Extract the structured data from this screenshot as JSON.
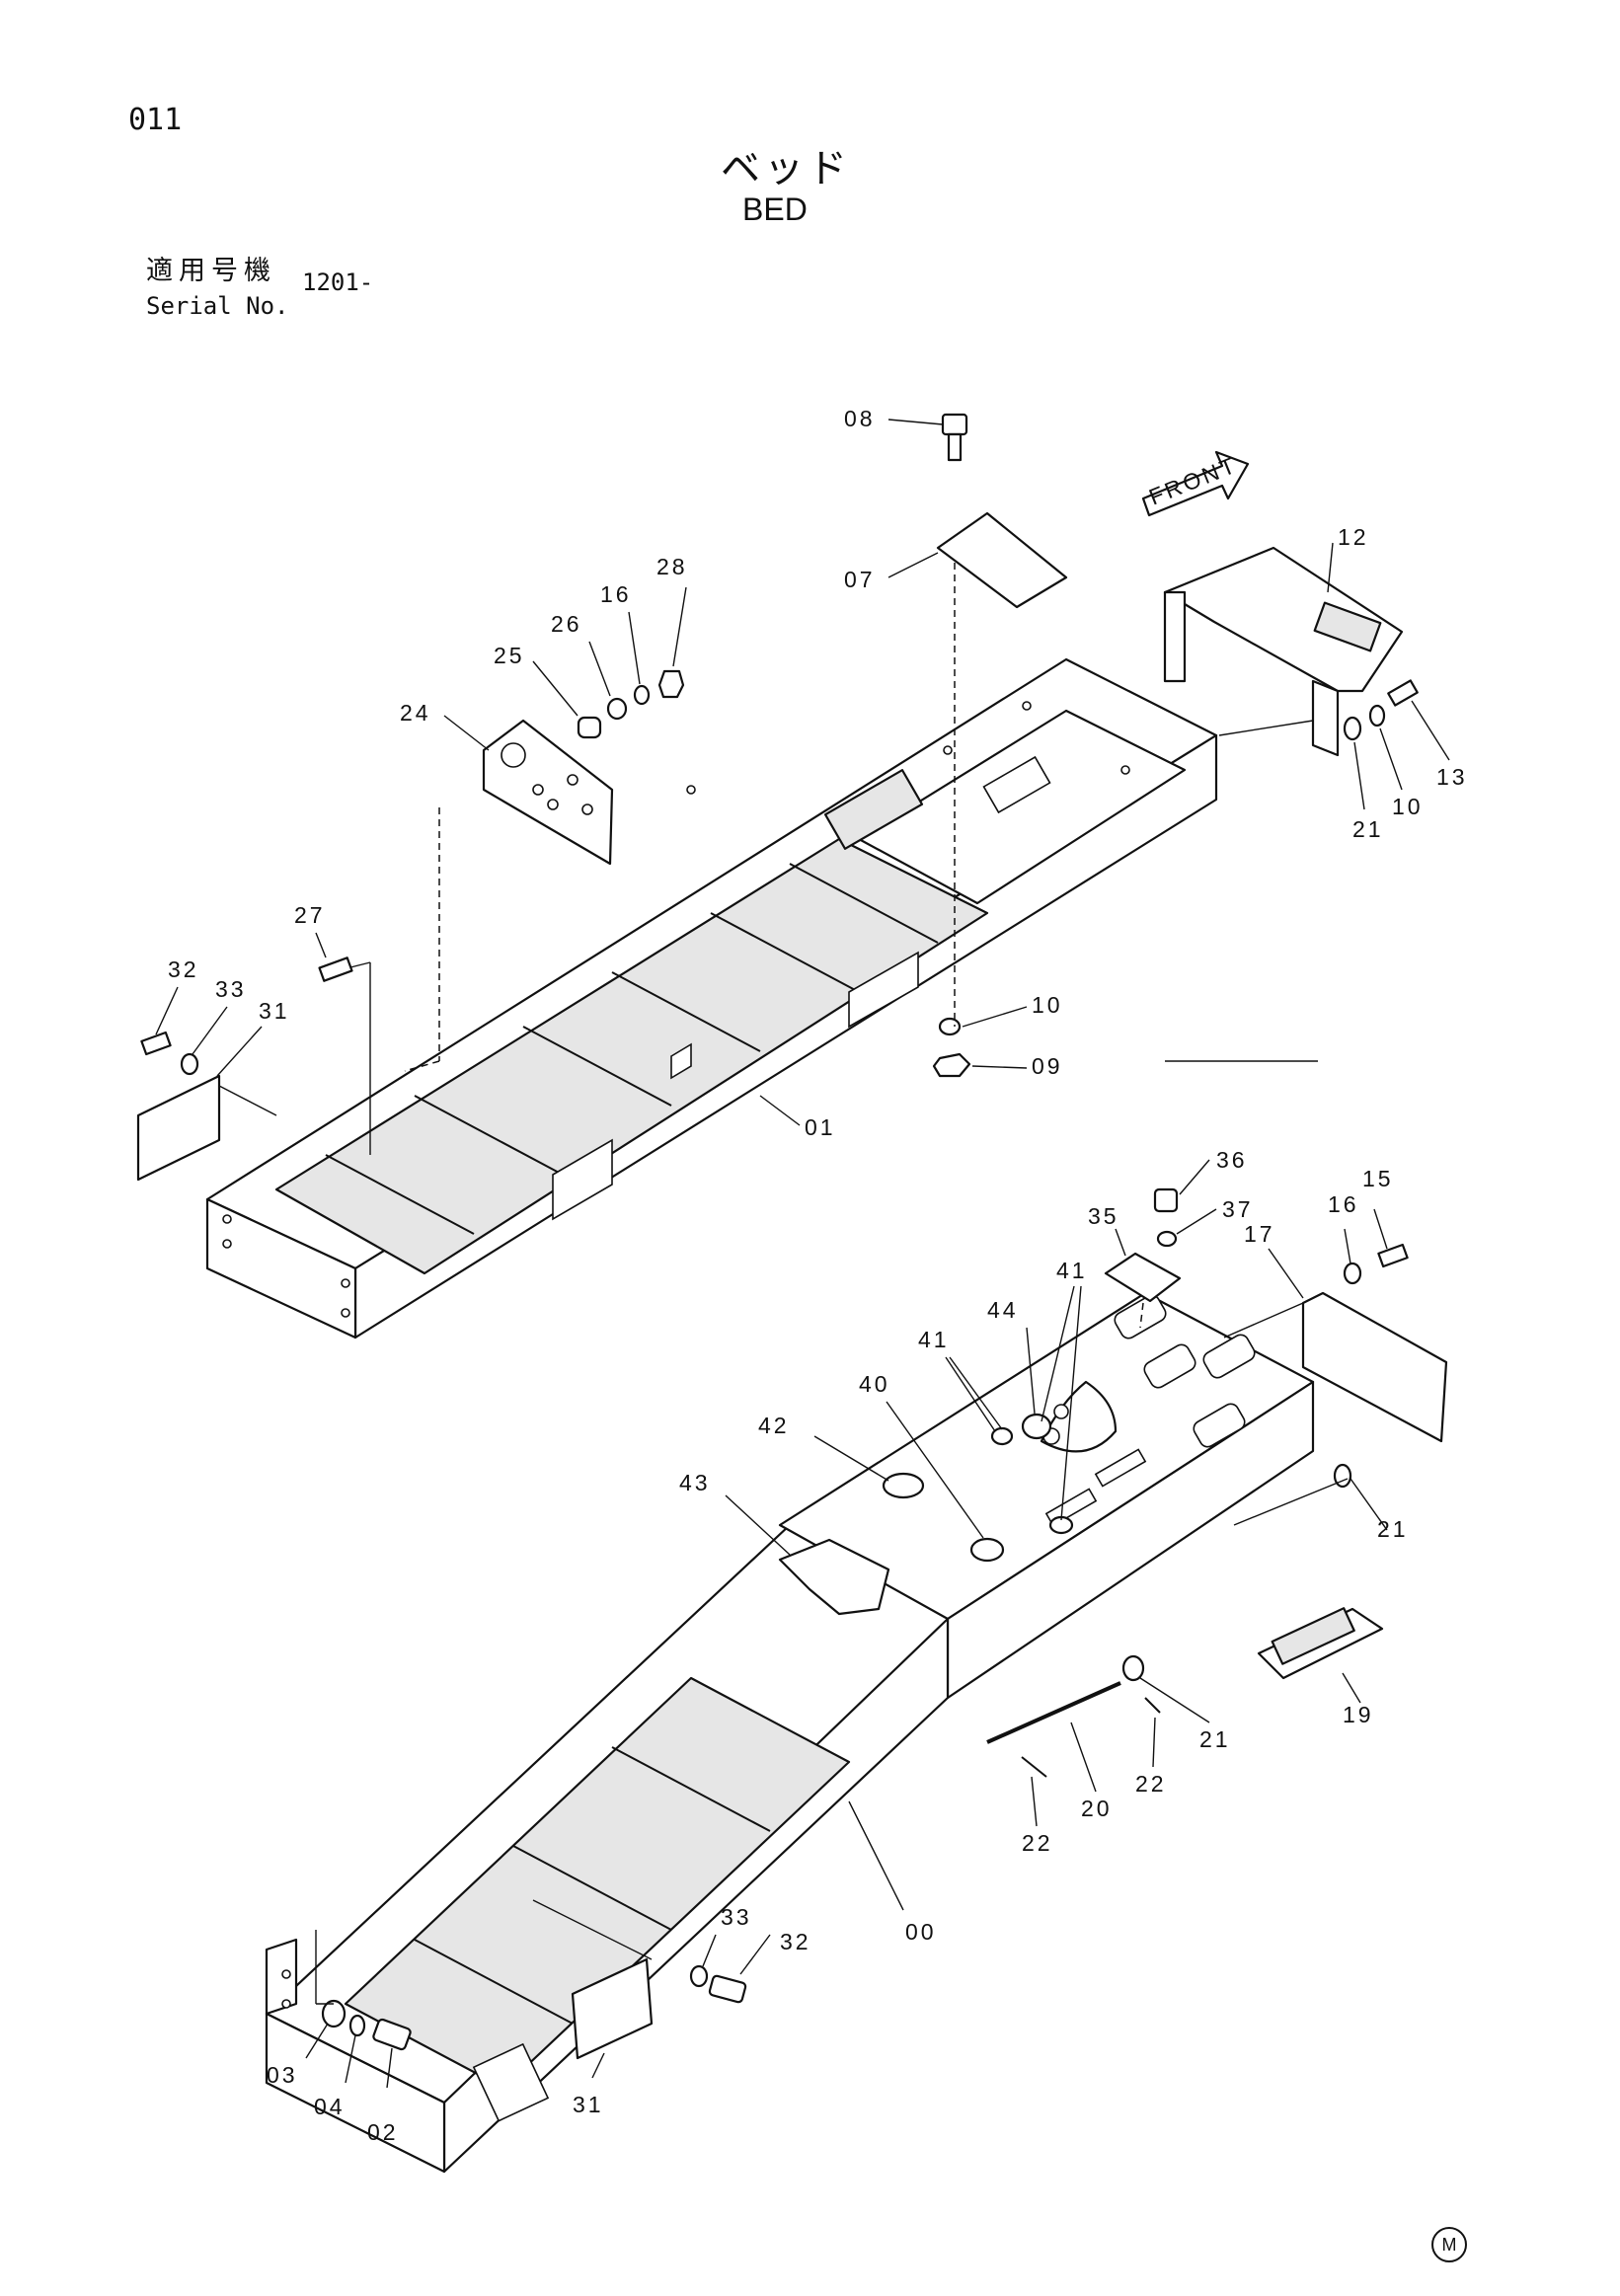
{
  "header": {
    "page_number": "011",
    "title_jp": "ベッド",
    "title_en": "BED",
    "serial_label_jp": "適用号機",
    "serial_label_en": "Serial No.",
    "serial_value": "1201-"
  },
  "direction_sign": "FRONT",
  "footer": {
    "maker_mark": "M"
  },
  "callouts": {
    "upper": [
      "08",
      "07",
      "12",
      "28",
      "16",
      "26",
      "25",
      "24",
      "13",
      "10",
      "21",
      "27",
      "32",
      "33",
      "31",
      "10",
      "09",
      "01"
    ],
    "lower": [
      "36",
      "35",
      "37",
      "15",
      "16",
      "17",
      "41",
      "44",
      "41",
      "40",
      "42",
      "43",
      "21",
      "19",
      "21",
      "22",
      "20",
      "22",
      "33",
      "32",
      "00",
      "03",
      "04",
      "02",
      "31"
    ]
  }
}
